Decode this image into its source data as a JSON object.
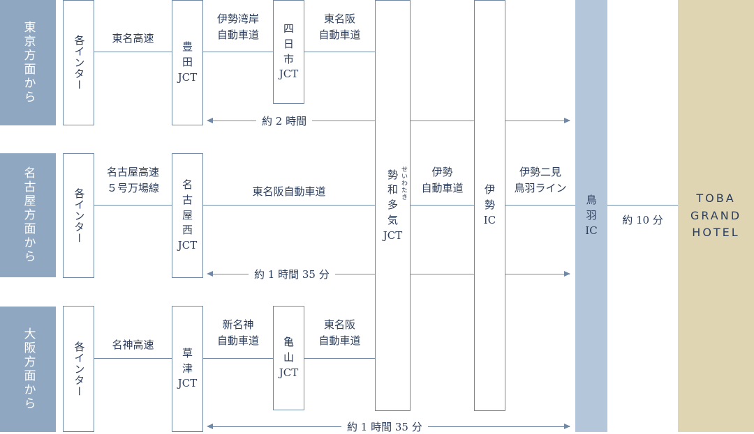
{
  "origins": {
    "tokyo": "東京方面から",
    "nagoya": "名古屋方面から",
    "osaka": "大阪方面から"
  },
  "tokyo_route": {
    "start": "各インター",
    "road1": "東名高速",
    "jct1": [
      "豊",
      "田",
      "JCT"
    ],
    "road2": [
      "伊勢湾岸",
      "自動車道"
    ],
    "jct2": [
      "四",
      "日",
      "市",
      "JCT"
    ],
    "road3": [
      "東名阪",
      "自動車道"
    ],
    "time": "約 2 時間"
  },
  "nagoya_route": {
    "start": "各インター",
    "road1": [
      "名古屋高速",
      "５号万場線"
    ],
    "jct1": [
      "名",
      "古",
      "屋",
      "西",
      "JCT"
    ],
    "road2": "東名阪自動車道",
    "time": "約 1 時間 35 分"
  },
  "osaka_route": {
    "start": "各インター",
    "road1": "名神高速",
    "jct1": [
      "草",
      "津",
      "JCT"
    ],
    "road2": [
      "新名神",
      "自動車道"
    ],
    "jct2": [
      "亀",
      "山",
      "JCT"
    ],
    "road3": [
      "東名阪",
      "自動車道"
    ],
    "time": "約 1 時間 35 分"
  },
  "common": {
    "seiwa_jct": [
      "勢",
      "和",
      "多",
      "気",
      "JCT"
    ],
    "seiwa_ruby": "せいわたき",
    "ise_road": [
      "伊勢",
      "自動車道"
    ],
    "ise_ic": [
      "伊",
      "勢",
      "IC"
    ],
    "futami_line": [
      "伊勢二見",
      "鳥羽ライン"
    ],
    "toba_ic": [
      "鳥",
      "羽",
      "IC"
    ],
    "final_time": "約 10 分"
  },
  "destination": {
    "line1": "TOBA",
    "line2": "GRAND",
    "line3": "HOTEL"
  },
  "colors": {
    "origin_bg": "#8fa7c0",
    "toba_ic_bg": "#b4c7da",
    "destination_bg": "#e0d5b2",
    "line": "#6f88a6",
    "text": "#2c3e5c"
  }
}
